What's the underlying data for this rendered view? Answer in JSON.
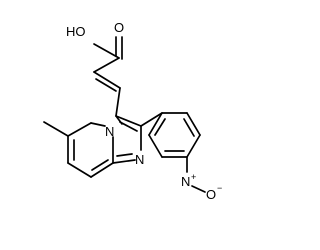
{
  "molecule": {
    "atoms": {
      "hydroxyl": "HO",
      "carbonyl_oxygen": "O",
      "ring_nitrogen_bridgehead": "N",
      "ring_nitrogen_imine": "N",
      "nitro_nitrogen": "N",
      "nitro_nitrogen_charge": "+",
      "nitro_oxygen": "O",
      "nitro_oxygen_charge": "−"
    }
  }
}
